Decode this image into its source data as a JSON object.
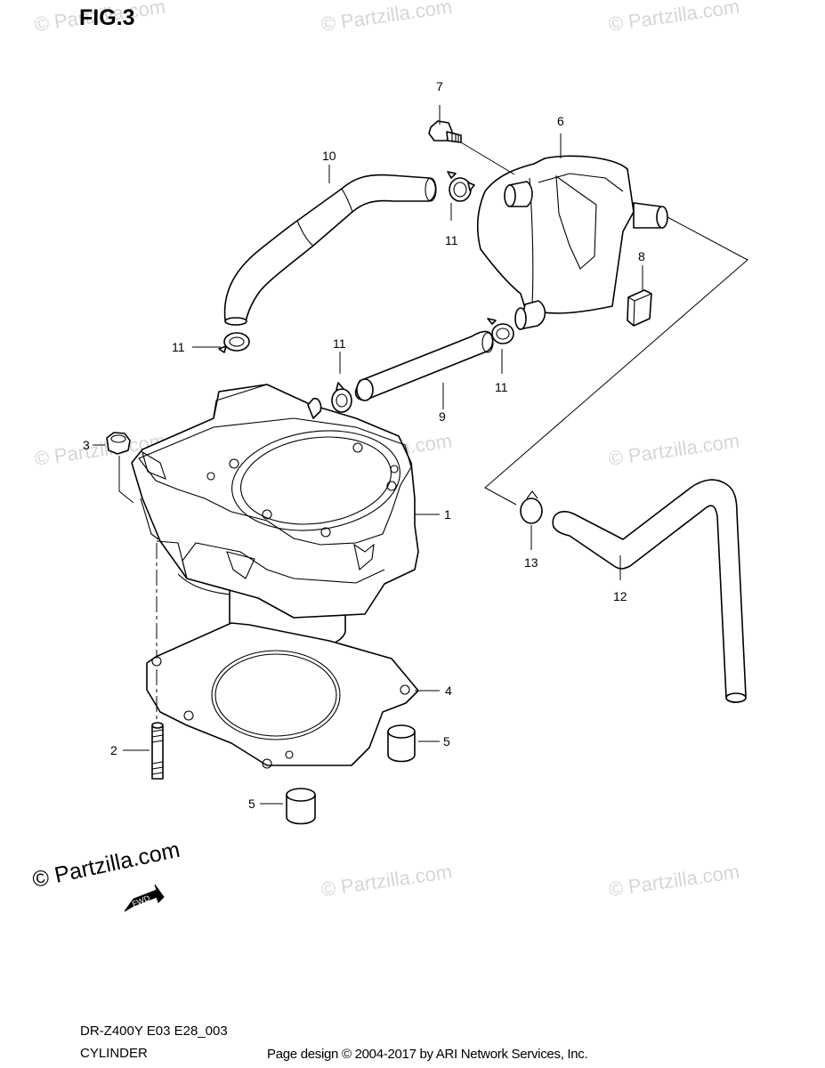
{
  "figure": {
    "title": "FIG.3",
    "model_code": "DR-Z400Y E03 E28_003",
    "caption": "CYLINDER"
  },
  "watermark": {
    "text": "© Partzilla.com",
    "brand_text": "© Partzilla.com",
    "fwd_label": "FWD"
  },
  "footer": {
    "text": "Page design © 2004-2017 by ARI Network Services, Inc."
  },
  "callouts": [
    {
      "id": "c1",
      "label": "1"
    },
    {
      "id": "c2",
      "label": "2"
    },
    {
      "id": "c3",
      "label": "3"
    },
    {
      "id": "c4",
      "label": "4"
    },
    {
      "id": "c5a",
      "label": "5"
    },
    {
      "id": "c5b",
      "label": "5"
    },
    {
      "id": "c6",
      "label": "6"
    },
    {
      "id": "c7",
      "label": "7"
    },
    {
      "id": "c8",
      "label": "8"
    },
    {
      "id": "c9",
      "label": "9"
    },
    {
      "id": "c10",
      "label": "10"
    },
    {
      "id": "c11a",
      "label": "11"
    },
    {
      "id": "c11b",
      "label": "11"
    },
    {
      "id": "c11c",
      "label": "11"
    },
    {
      "id": "c11d",
      "label": "11"
    },
    {
      "id": "c12",
      "label": "12"
    },
    {
      "id": "c13",
      "label": "13"
    }
  ]
}
